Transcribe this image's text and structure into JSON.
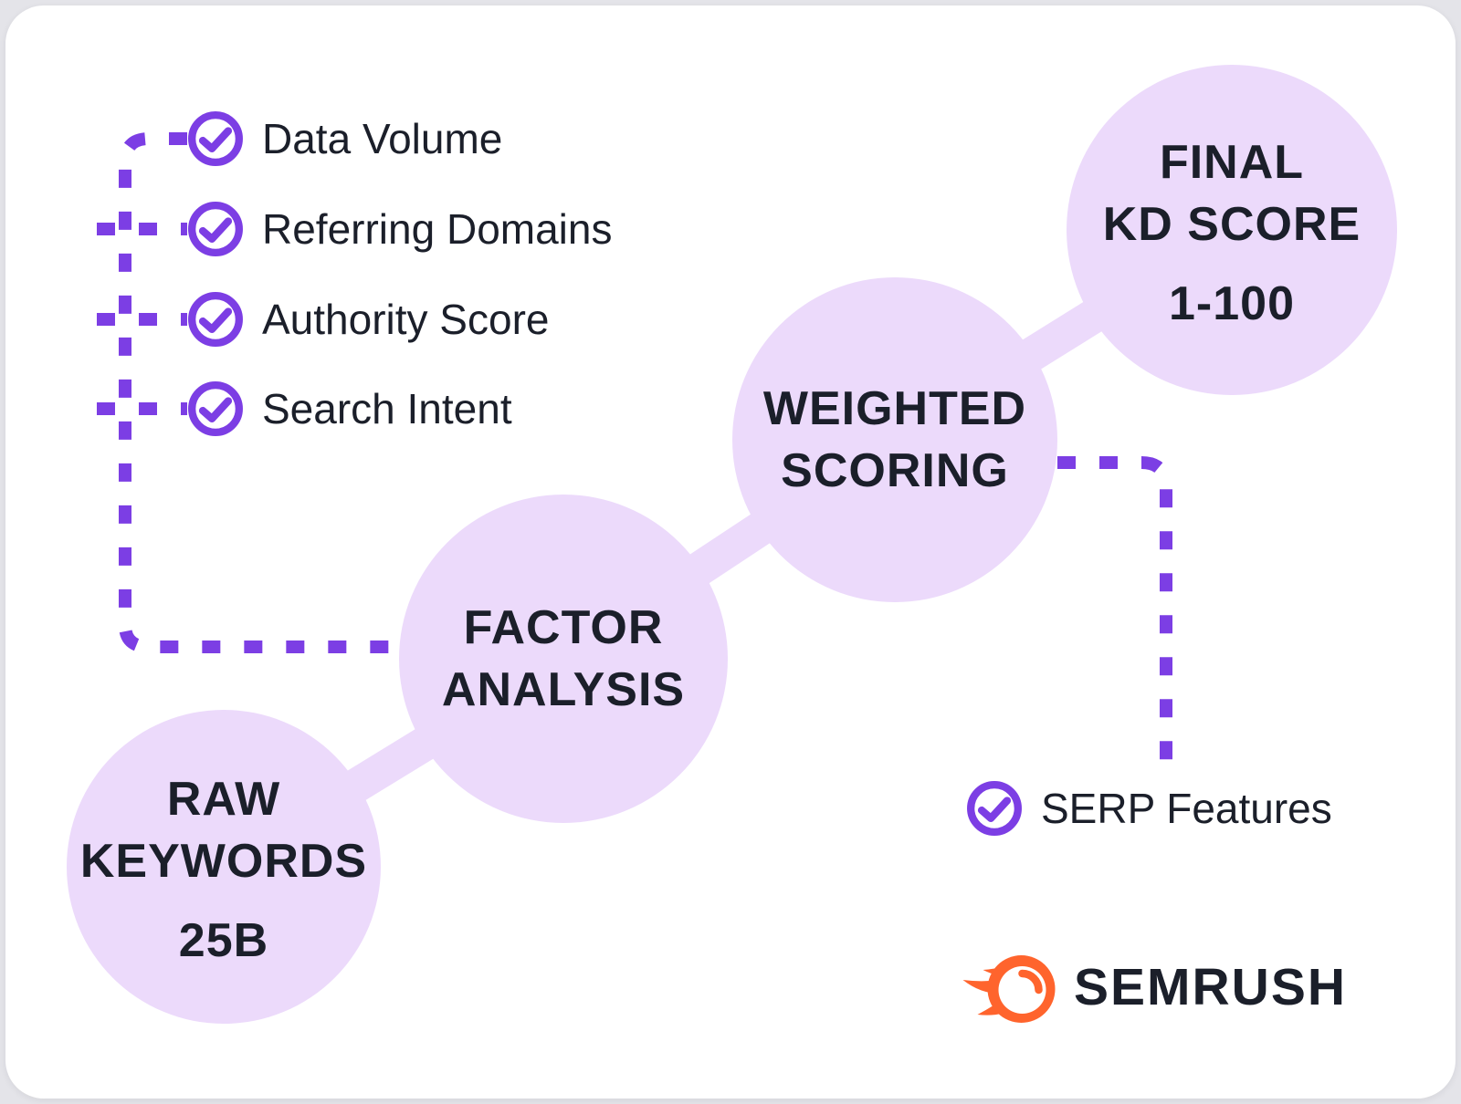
{
  "colors": {
    "accent_purple": "#7c3ee4",
    "node_lavender": "#ecdafb",
    "text_dark": "#1b1f2a",
    "brand_orange": "#ff642d",
    "page_background": "#e4e4e9",
    "card_background": "#ffffff"
  },
  "checklist": {
    "icon": "check-circle-icon",
    "items": [
      "Data Volume",
      "Referring Domains",
      "Authority Score",
      "Search Intent"
    ]
  },
  "serp": {
    "icon": "check-circle-icon",
    "label": "SERP Features"
  },
  "nodes": {
    "raw": {
      "line1": "RAW",
      "line2": "KEYWORDS",
      "value": "25B"
    },
    "factor": {
      "line1": "FACTOR",
      "line2": "ANALYSIS"
    },
    "weighted": {
      "line1": "WEIGHTED",
      "line2": "SCORING"
    },
    "final": {
      "line1": "FINAL",
      "line2": "KD SCORE",
      "value": "1-100"
    }
  },
  "brand": {
    "icon": "semrush-flame-icon",
    "wordmark": "SEMRUSH"
  }
}
